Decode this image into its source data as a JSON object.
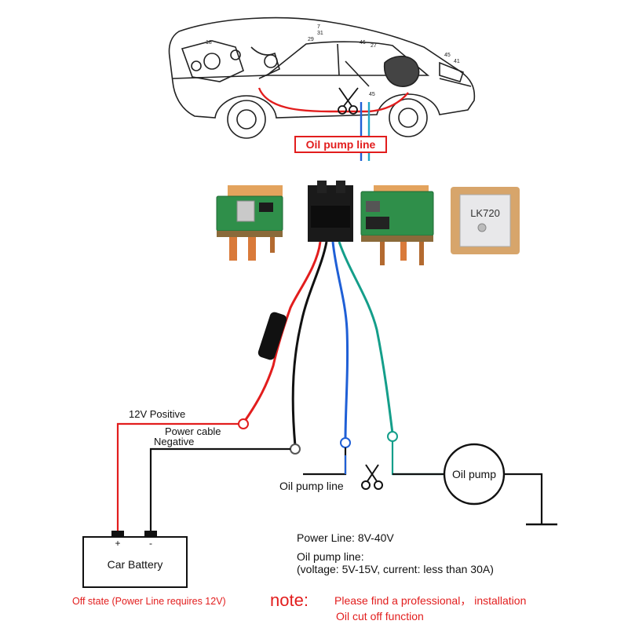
{
  "car_banner": {
    "label": "Oil pump line"
  },
  "module": {
    "gps_label": "LK720"
  },
  "wiring": {
    "positive_label": "12V Positive",
    "power_cable_label": "Power cable",
    "negative_label": "Negative",
    "oil_pump_line_label": "Oil pump line",
    "oil_pump_label": "Oil pump"
  },
  "battery": {
    "label": "Car Battery",
    "plus": "+",
    "minus": "-"
  },
  "specs": {
    "power_line": "Power Line: 8V-40V",
    "oil_line_title": "Oil pump line:",
    "oil_line_detail": "(voltage: 5V-15V, current: less than 30A)"
  },
  "footer": {
    "off_state": "Off state (Power Line requires 12V)",
    "note_label": "note:",
    "note_line1": "Please find a professional， installation",
    "note_line2": "Oil cut off function"
  },
  "colors": {
    "red_wire": "#e21d1d",
    "black_wire": "#111111",
    "blue_wire": "#1f5fd6",
    "green_wire": "#149e8a",
    "fuse": "#111111",
    "pcb_green": "#2f8f4a",
    "pcb_orange": "#e3a35d"
  }
}
